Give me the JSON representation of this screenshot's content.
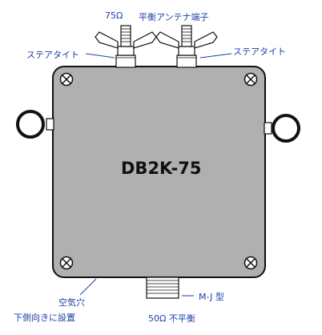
{
  "device": {
    "model": "DB2K-75"
  },
  "labels": {
    "impedance_75": "75Ω",
    "balanced_terminal": "平衡アンテナ端子",
    "stay_tie_left": "ステアタイト",
    "stay_tie_right": "ステアタイト",
    "air_hole_1": "空気穴",
    "air_hole_2": "下側向きに設置",
    "connector_type": "M-J 型",
    "unbalanced": "50Ω 不平衡"
  },
  "colors": {
    "label": "#1f3fa8",
    "box_fill": "#b0b0b0",
    "box_stroke": "#111111"
  }
}
